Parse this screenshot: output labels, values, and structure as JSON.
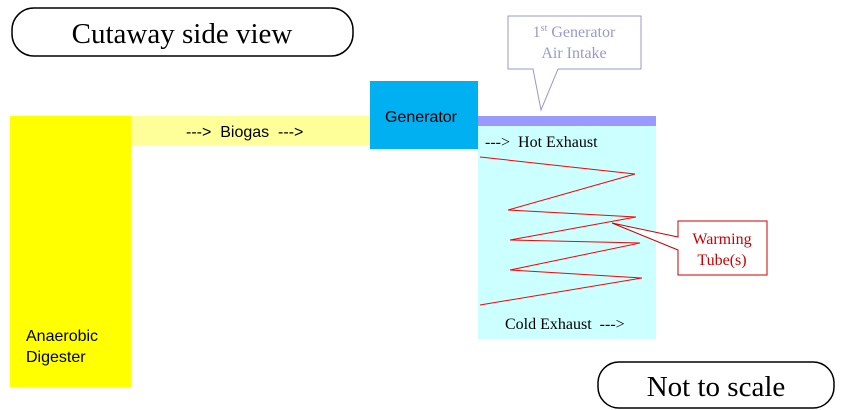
{
  "labels": {
    "title": "Cutaway side view",
    "note": "Not to scale",
    "digester_line1": "Anaerobic",
    "digester_line2": "Digester",
    "biogas": "--->  Biogas  --->",
    "generator": "Generator",
    "intake_line1_sup": "st",
    "intake_line1_num": "1",
    "intake_line1_rest": " Generator",
    "intake_line2": "Air Intake",
    "hot_exhaust": "--->  Hot Exhaust",
    "cold_exhaust": "Cold Exhaust  --->",
    "warming_line1": "Warming",
    "warming_line2": "Tube(s)"
  },
  "colors": {
    "digester": "#ffff00",
    "biogas_pipe": "#ffff99",
    "generator": "#00b0f0",
    "exhaust_chamber": "#ccffff",
    "air_intake_bar": "#9999ff",
    "intake_callout_text": "#9999cc",
    "warming_tube": "#ff0000"
  }
}
